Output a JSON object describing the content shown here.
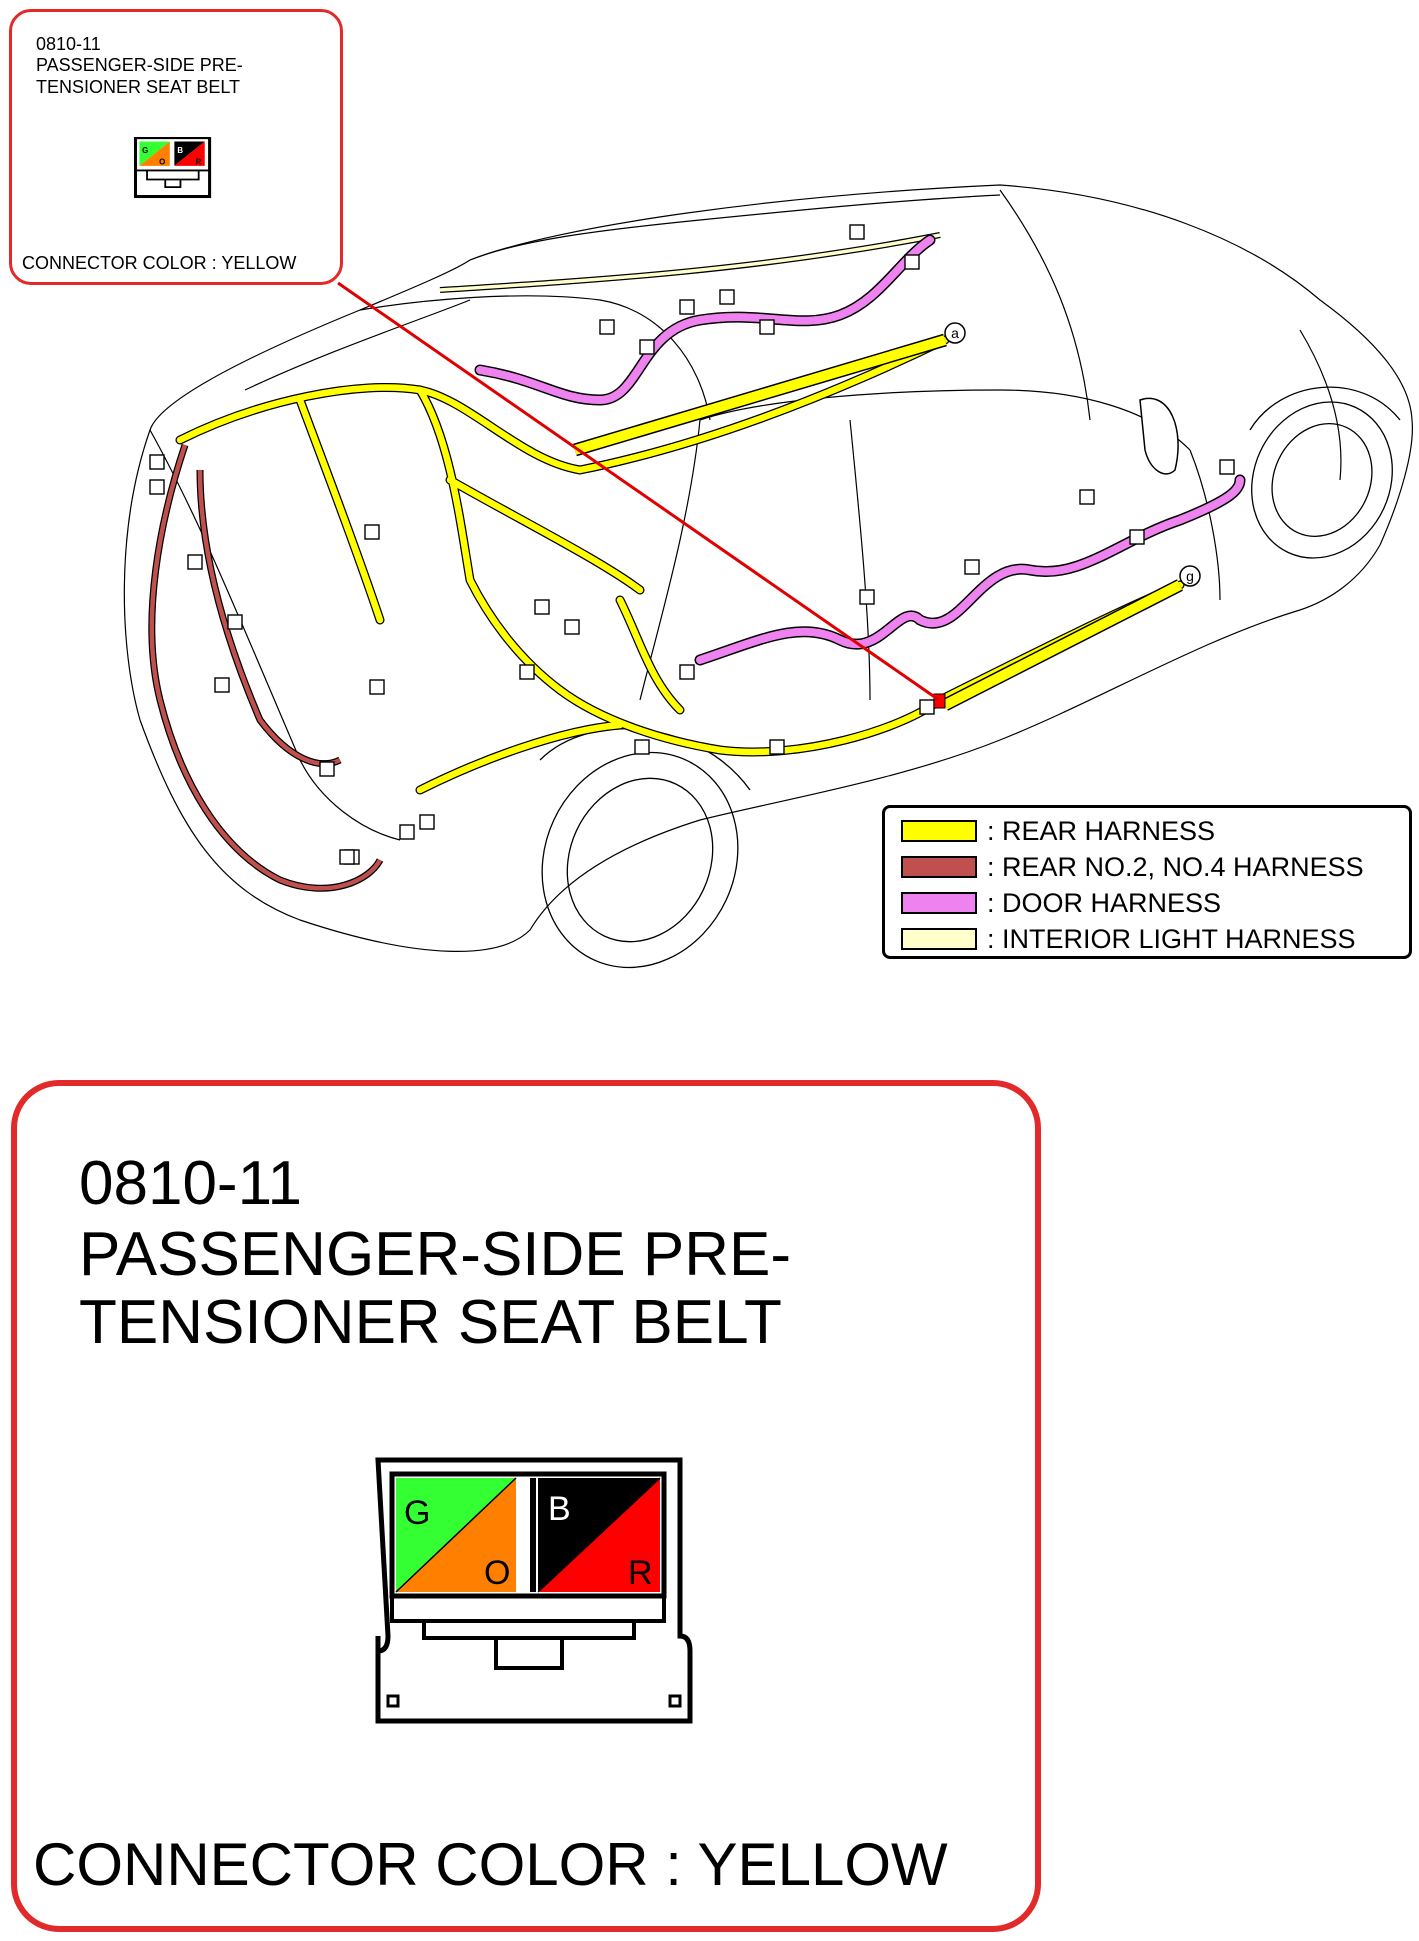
{
  "callout": {
    "code": "0810-11",
    "title": "PASSENGER-SIDE PRE-TENSIONER SEAT BELT",
    "connector_color_label": "CONNECTOR COLOR : YELLOW",
    "pins": [
      {
        "label": "G",
        "color": "#33ff33"
      },
      {
        "label": "O",
        "color": "#ff8000"
      },
      {
        "label": "B",
        "color": "#000000"
      },
      {
        "label": "R",
        "color": "#ff0000"
      }
    ]
  },
  "markers": {
    "a": "a",
    "g": "g"
  },
  "legend": [
    {
      "label": ": REAR HARNESS",
      "color": "#ffff00"
    },
    {
      "label": ": REAR NO.2, NO.4 HARNESS",
      "color": "#c0504d"
    },
    {
      "label": ": DOOR HARNESS",
      "color": "#ee82ee"
    },
    {
      "label": ": INTERIOR LIGHT HARNESS",
      "color": "#ffffcc"
    }
  ],
  "colors": {
    "callout_border": "#e32a2a",
    "pointer_line": "#e00000"
  }
}
